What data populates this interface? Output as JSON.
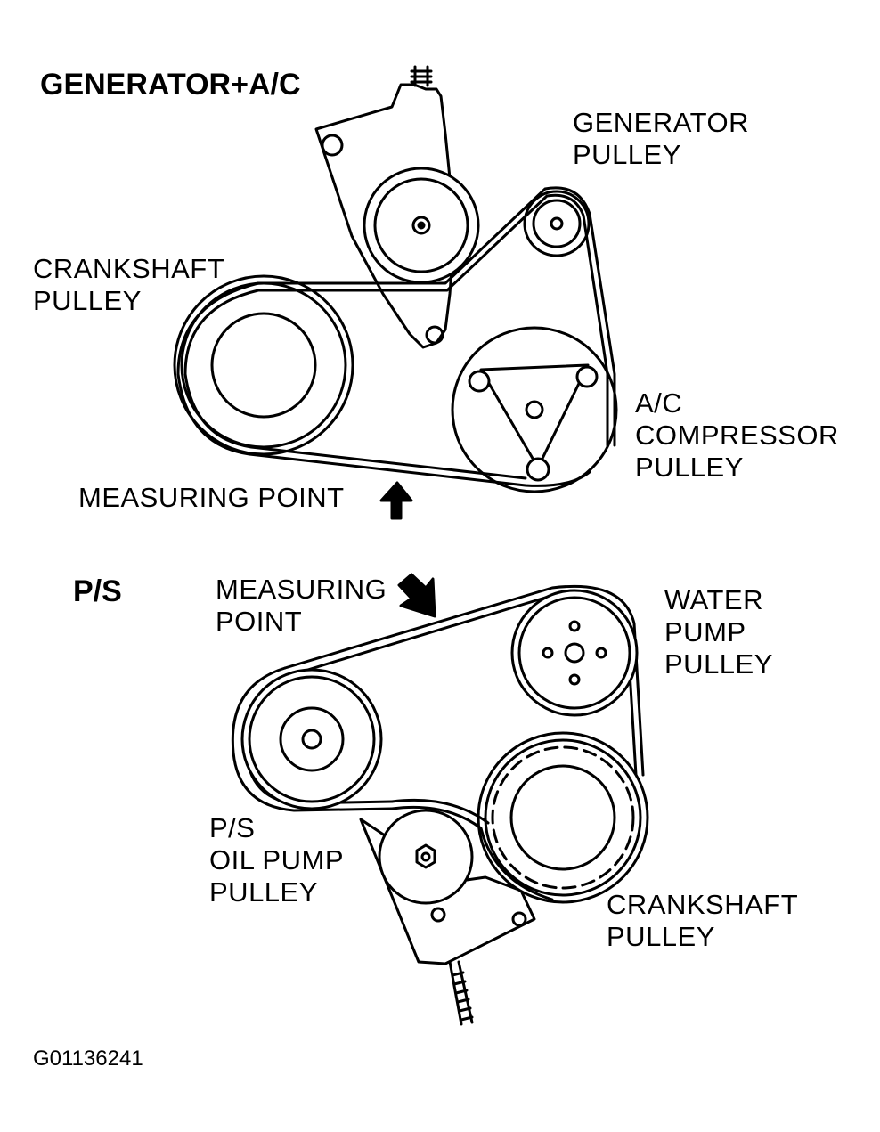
{
  "top_section": {
    "title": "GENERATOR+A/C",
    "generator_pulley": {
      "line1": "GENERATOR",
      "line2": "PULLEY"
    },
    "crankshaft_pulley": {
      "line1": "CRANKSHAFT",
      "line2": "PULLEY"
    },
    "ac_compressor_pulley": {
      "line1": "A/C",
      "line2": "COMPRESSOR",
      "line3": "PULLEY"
    },
    "measuring_point": "MEASURING POINT"
  },
  "bottom_section": {
    "title": "P/S",
    "measuring_point": {
      "line1": "MEASURING",
      "line2": "POINT"
    },
    "water_pump_pulley": {
      "line1": "WATER",
      "line2": "PUMP",
      "line3": "PULLEY"
    },
    "ps_oil_pump_pulley": {
      "line1": "P/S",
      "line2": "OIL PUMP",
      "line3": "PULLEY"
    },
    "crankshaft_pulley": {
      "line1": "CRANKSHAFT",
      "line2": "PULLEY"
    }
  },
  "figure_code": "G01136241"
}
